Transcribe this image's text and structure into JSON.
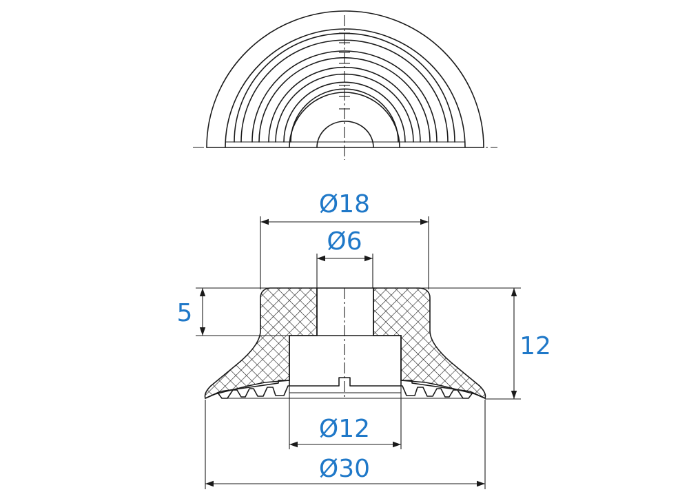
{
  "colors": {
    "line": "#1a1a1a",
    "dimension_text": "#1f78c8",
    "background": "#ffffff"
  },
  "dimensions": {
    "d18": "Ø18",
    "d6": "Ø6",
    "height_5": "5",
    "height_12": "12",
    "d12": "Ø12",
    "d30": "Ø30"
  }
}
